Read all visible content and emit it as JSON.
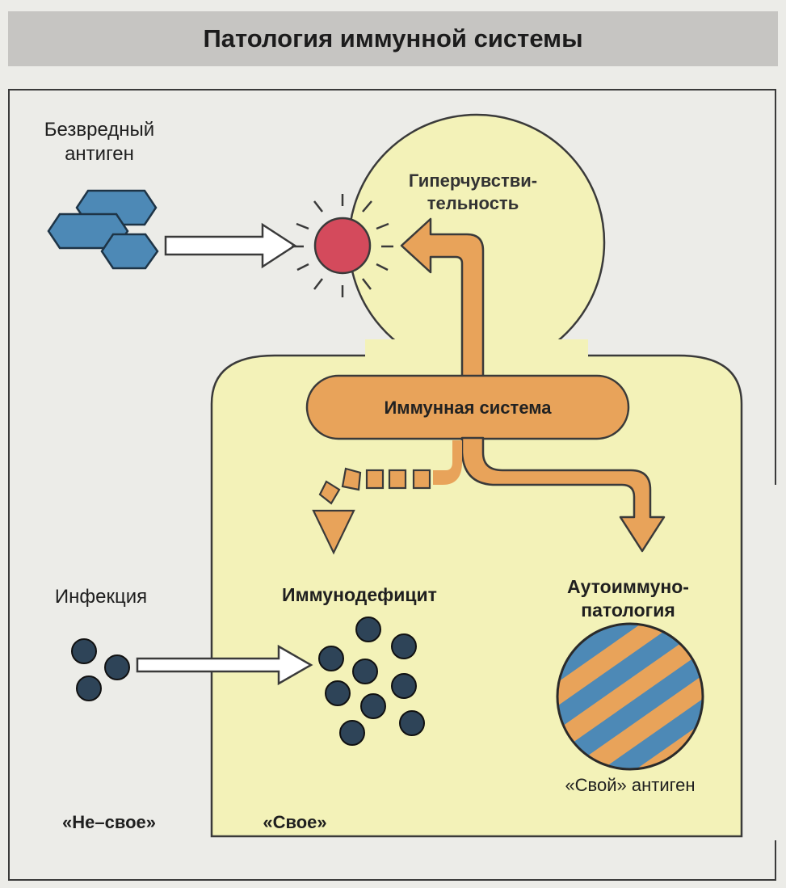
{
  "title": "Патология иммунной системы",
  "labels": {
    "harmless_antigen": "Безвредный\nантиген",
    "hypersensitivity": "Гиперчувстви-\nтельность",
    "immune_system": "Иммунная система",
    "infection": "Инфекция",
    "immunodeficiency": "Иммунодефицит",
    "autoimmune": "Аутоиммуно-\nпатология",
    "self_antigen": "«Свой» антиген",
    "non_self": "«Не–свое»",
    "self": "«Свое»"
  },
  "colors": {
    "body_fill": "#f3f2b8",
    "arrow_orange": "#e8a35a",
    "antigen_blue": "#4d89b6",
    "mast_cell_red": "#d44a5c",
    "microbe_navy": "#2e4458"
  },
  "icons": {
    "antigen": "hexagon-icon",
    "cell": "burst-cell-icon",
    "microbe": "dot-icon",
    "self_antigen": "striped-disc-icon"
  }
}
